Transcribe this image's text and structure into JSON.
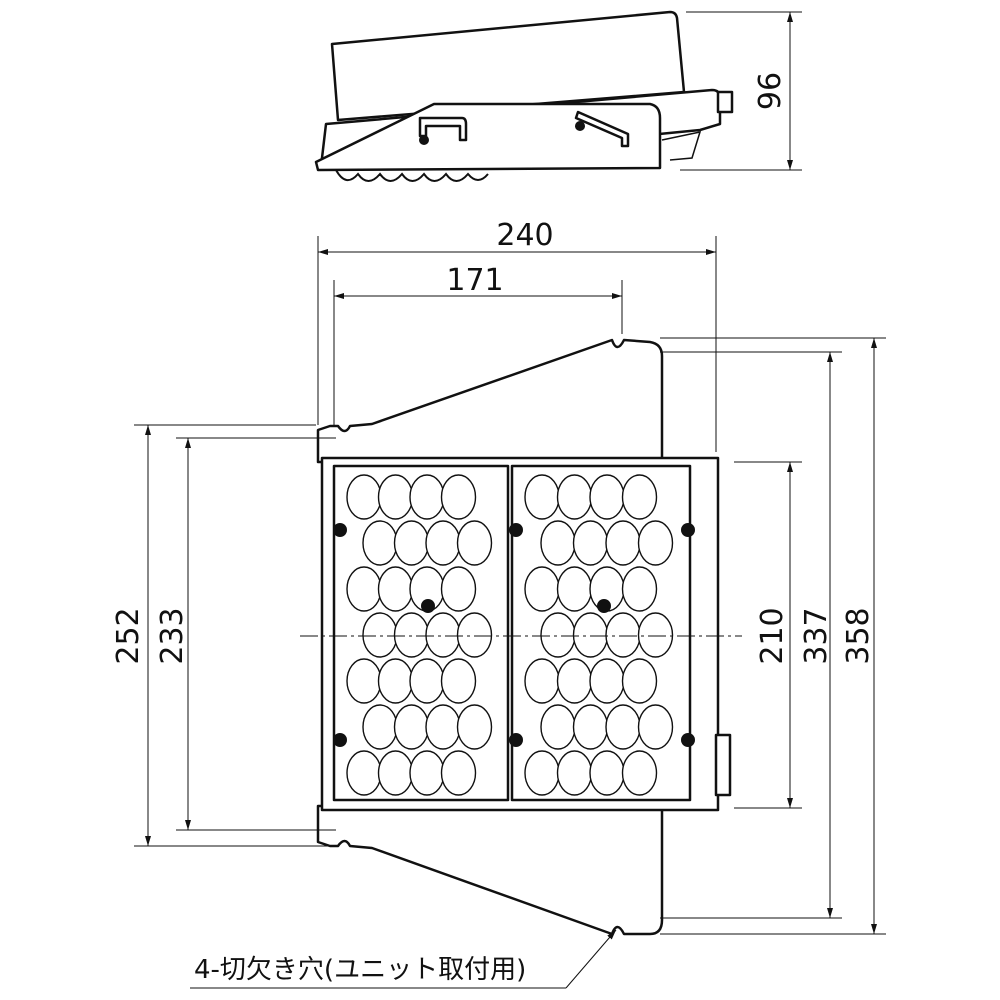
{
  "dimensions": {
    "height_side": "96",
    "overall_width": "240",
    "mount_pitch": "171",
    "bracket_height": "252",
    "mount_hole_pitch_left": "233",
    "body_height": "210",
    "mount_hole_pitch_right": "337",
    "overall_height": "358"
  },
  "note": "4-切欠き穴(ユニット取付用)",
  "colors": {
    "line": "#111111",
    "background": "#ffffff"
  },
  "led_grid": {
    "panels": 2,
    "columns_per_panel": 4,
    "rows": 7
  }
}
